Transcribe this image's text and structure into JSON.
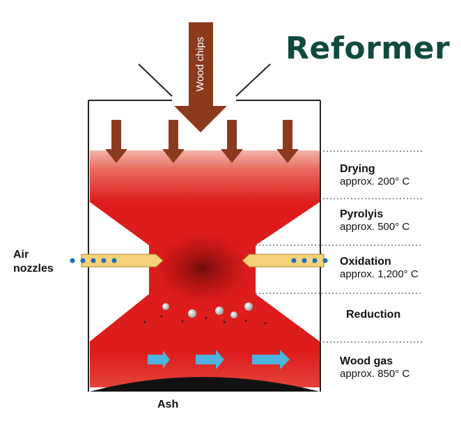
{
  "title": "Reformer",
  "feed_label": "Wood chips",
  "air_label_line1": "Air",
  "air_label_line2": "nozzles",
  "ash_label": "Ash",
  "zones": [
    {
      "name": "Drying",
      "temp": "approx. 200° C"
    },
    {
      "name": "Pyrolyis",
      "temp": "approx. 500° C"
    },
    {
      "name": "Oxidation",
      "temp": "approx. 1,200° C"
    },
    {
      "name": "Reduction",
      "temp": ""
    },
    {
      "name": "Wood gas",
      "temp": "approx. 850° C"
    }
  ],
  "colors": {
    "title": "#0f4a3e",
    "arrow_brown": "#8b3a1e",
    "gas_arrow": "#4fb3e0",
    "nozzle": "#f5d27a",
    "nozzle_dot": "#1f6fb5",
    "flame_red": "#e01818"
  }
}
